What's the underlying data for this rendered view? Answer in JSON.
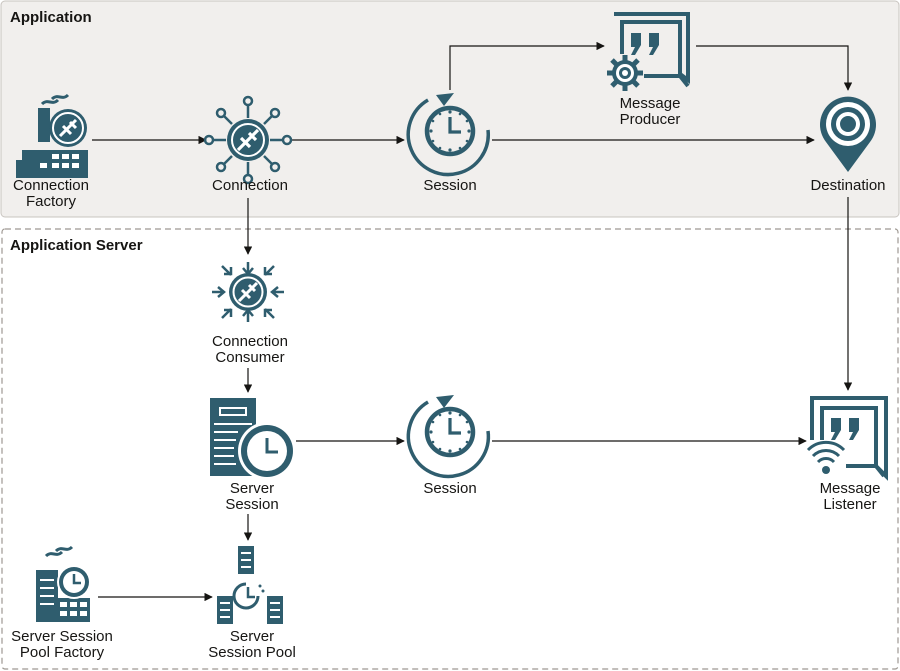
{
  "colors": {
    "icon": "#2f5d6e",
    "region_fill": "#f1efed",
    "region_border": "#c8c4bf",
    "line": "#161513"
  },
  "regions": {
    "application": "Application",
    "application_server": "Application Server"
  },
  "nodes": {
    "connection_factory": [
      "Connection",
      "Factory"
    ],
    "connection": [
      "Connection"
    ],
    "session_app": [
      "Session"
    ],
    "message_producer": [
      "Message",
      "Producer"
    ],
    "destination": [
      "Destination"
    ],
    "connection_consumer": [
      "Connection",
      "Consumer"
    ],
    "server_session": [
      "Server",
      "Session"
    ],
    "session_server": [
      "Session"
    ],
    "message_listener": [
      "Message",
      "Listener"
    ],
    "server_session_pool_factory": [
      "Server Session",
      "Pool Factory"
    ],
    "server_session_pool": [
      "Server",
      "Session Pool"
    ]
  },
  "icons": {
    "connection_factory": "factory-plug-icon",
    "connection": "plug-hub-icon",
    "session_app": "clock-refresh-icon",
    "message_producer": "quote-gear-icon",
    "destination": "map-pin-icon",
    "connection_consumer": "plug-inward-icon",
    "server_session": "server-clock-icon",
    "session_server": "clock-refresh-icon",
    "message_listener": "quote-wifi-icon",
    "server_session_pool_factory": "factory-clock-icon",
    "server_session_pool": "server-pool-icon"
  }
}
